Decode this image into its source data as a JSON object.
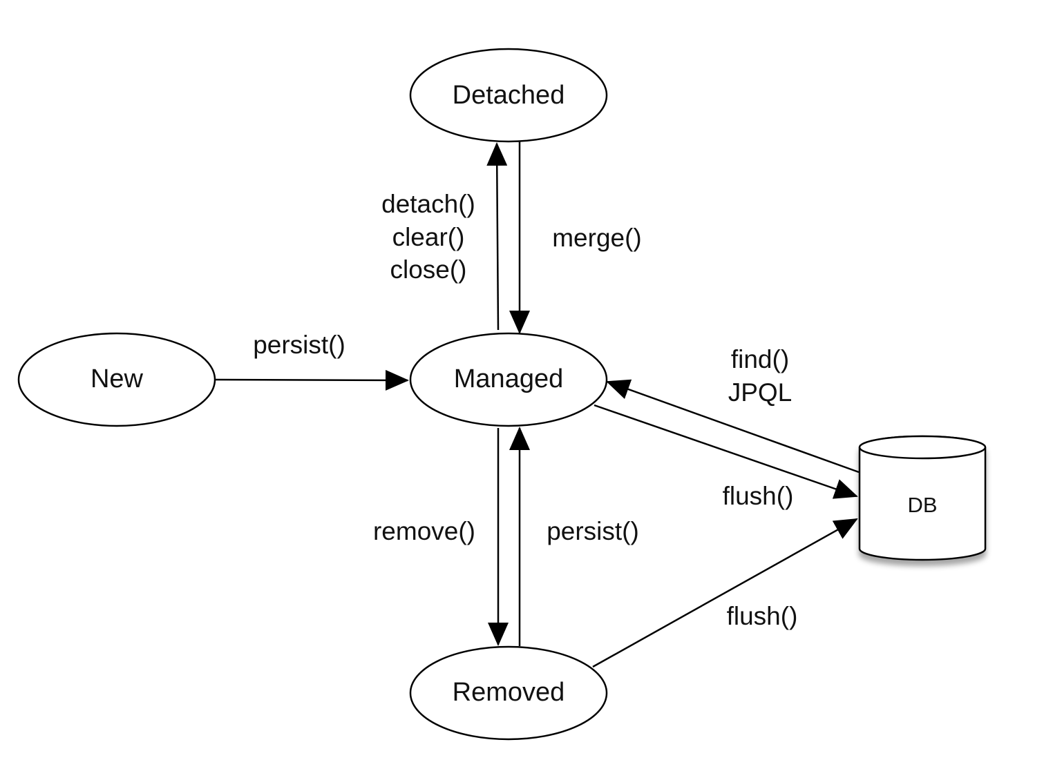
{
  "diagram": {
    "nodes": {
      "detached": "Detached",
      "new": "New",
      "managed": "Managed",
      "removed": "Removed",
      "db": "DB"
    },
    "edges": {
      "detach_lines": [
        "detach()",
        "clear()",
        "close()"
      ],
      "merge": "merge()",
      "persist_new": "persist()",
      "find_lines": [
        "find()",
        "JPQL"
      ],
      "flush_managed": "flush()",
      "remove": "remove()",
      "persist_removed": "persist()",
      "flush_removed": "flush()"
    },
    "colors": {
      "stroke": "#000000",
      "fill": "#ffffff",
      "text": "#111111"
    }
  }
}
